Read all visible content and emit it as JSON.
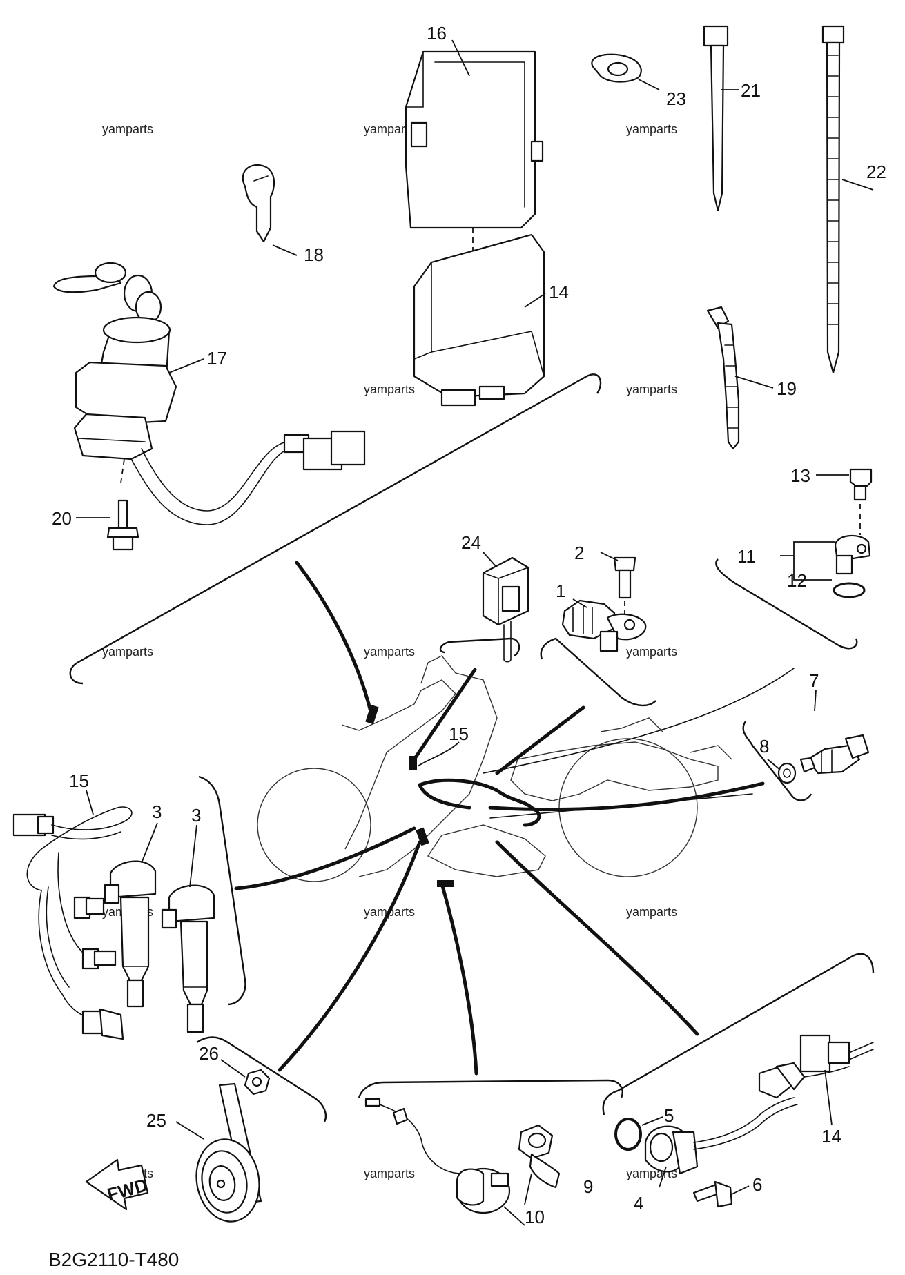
{
  "diagram_code": "B2G2110-T480",
  "watermark": "yamparts",
  "fwd_label": "FWD",
  "callouts": {
    "c1": "1",
    "c2": "2",
    "c3a": "3",
    "c3b": "3",
    "c4": "4",
    "c5": "5",
    "c6": "6",
    "c7": "7",
    "c8": "8",
    "c9": "9",
    "c10": "10",
    "c11": "11",
    "c12": "12",
    "c13": "13",
    "c14a": "14",
    "c14b": "14",
    "c15a": "15",
    "c15b": "15",
    "c16": "16",
    "c17": "17",
    "c18": "18",
    "c19": "19",
    "c20": "20",
    "c21": "21",
    "c22": "22",
    "c23": "23",
    "c24": "24",
    "c25": "25",
    "c26": "26"
  }
}
